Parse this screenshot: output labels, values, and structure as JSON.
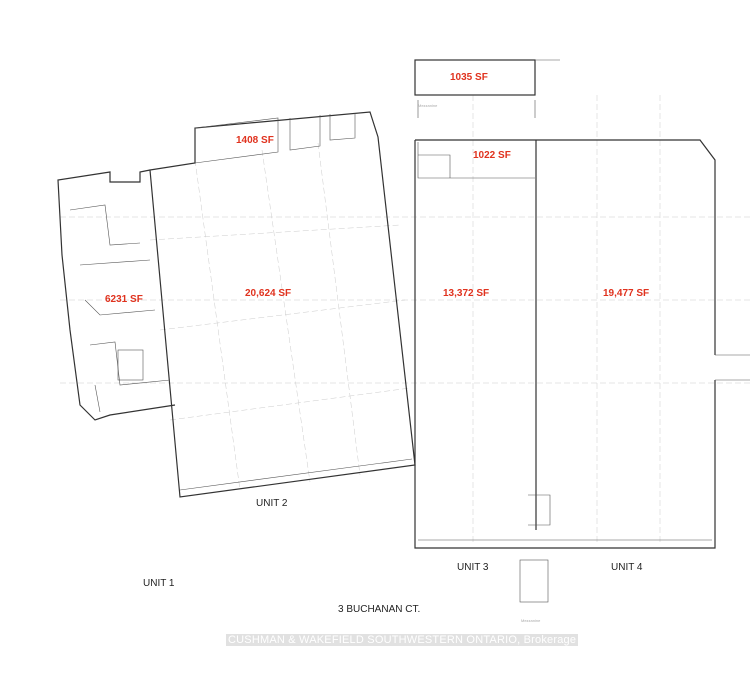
{
  "areas": {
    "unit1_office": "6231 SF",
    "unit2_main": "20,624 SF",
    "unit2_mezz": "1408 SF",
    "unit3_main": "13,372 SF",
    "unit3_office": "1022 SF",
    "unit3_mezz": "1035 SF",
    "unit4_main": "19,477 SF"
  },
  "units": {
    "u1": "UNIT 1",
    "u2": "UNIT 2",
    "u3": "UNIT 3",
    "u4": "UNIT 4"
  },
  "address": "3 BUCHANAN CT.",
  "labels": {
    "mezz_top": "Mezzanine",
    "mezz_bottom": "Mezzanine"
  },
  "watermark": "CUSHMAN & WAKEFIELD SOUTHWESTERN ONTARIO, Brokerage",
  "colors": {
    "area_label": "#e0321e",
    "walls": "#333333"
  }
}
